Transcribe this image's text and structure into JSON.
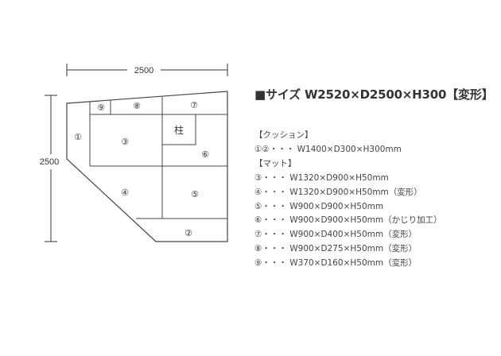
{
  "dimensions": {
    "width_label": "2500",
    "height_label": "2500"
  },
  "pieces": [
    {
      "id": "1",
      "label": "①"
    },
    {
      "id": "2",
      "label": "②"
    },
    {
      "id": "3",
      "label": "③"
    },
    {
      "id": "4",
      "label": "④"
    },
    {
      "id": "5",
      "label": "⑤"
    },
    {
      "id": "6",
      "label": "⑥"
    },
    {
      "id": "7",
      "label": "⑦"
    },
    {
      "id": "8",
      "label": "⑧"
    },
    {
      "id": "9",
      "label": "⑨"
    }
  ],
  "pillar_label": "柱",
  "spec": {
    "title": "■サイズ W2520×D2500×H300【変形】",
    "lines": [
      "【クッション】",
      "①②・・・ W1400×D300×H300mm",
      "【マット】",
      "③・・・ W1320×D900×H50mm",
      "④・・・ W1320×D900×H50mm（変形）",
      "⑤・・・ W900×D900×H50mm",
      "⑥・・・ W900×D900×H50mm（かじり加工）",
      "⑦・・・ W900×D400×H50mm（変形）",
      "⑧・・・ W900×D275×H50mm（変形）",
      "⑨・・・ W370×D160×H50mm（変形）"
    ]
  }
}
